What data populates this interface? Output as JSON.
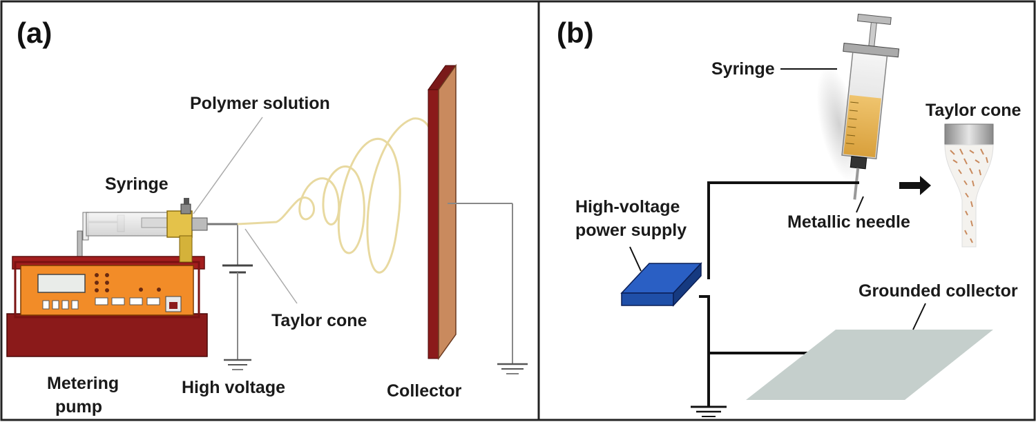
{
  "panel_a": {
    "letter": "(a)",
    "labels": {
      "polymer_solution": "Polymer solution",
      "syringe": "Syringe",
      "taylor_cone": "Taylor cone",
      "metering_pump_1": "Metering",
      "metering_pump_2": "pump",
      "high_voltage": "High voltage",
      "collector": "Collector"
    }
  },
  "panel_b": {
    "letter": "(b)",
    "labels": {
      "syringe": "Syringe",
      "taylor_cone": "Taylor cone",
      "hv_supply_1": "High-voltage",
      "hv_supply_2": "power supply",
      "metallic_needle": "Metallic needle",
      "grounded_collector": "Grounded collector"
    }
  },
  "colors": {
    "pump_body": "#8b1a1a",
    "pump_panel": "#f28c28",
    "collector": "#c98a5e",
    "fiber": "#e8d9a0",
    "power_supply": "#1f4fa8",
    "plate": "#c5cfcc"
  }
}
